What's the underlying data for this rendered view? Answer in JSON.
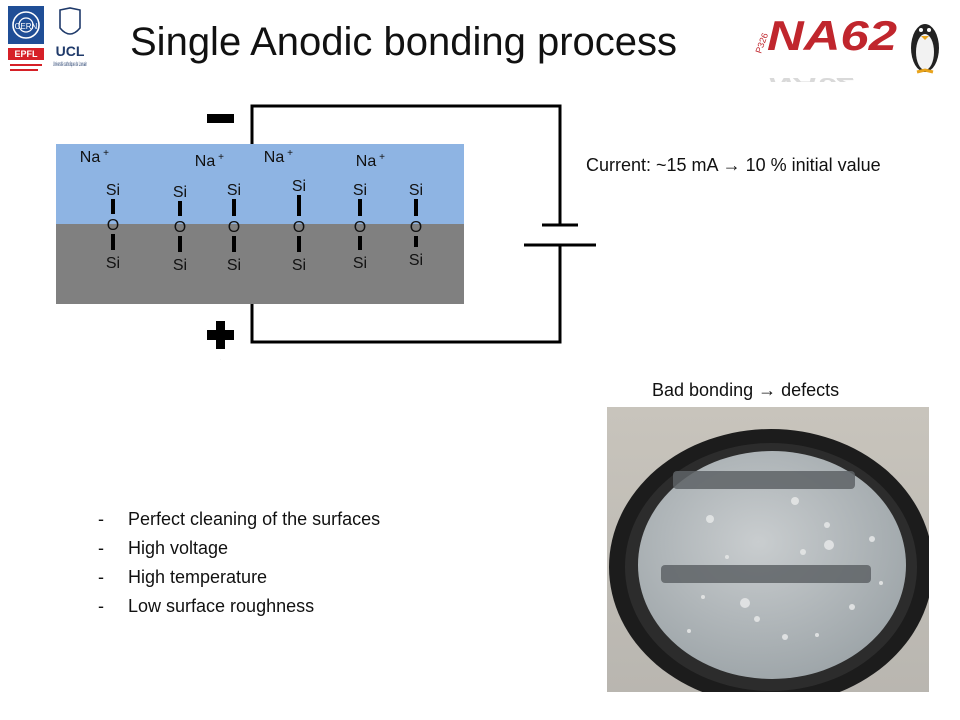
{
  "title": "Single Anodic bonding process",
  "logos": {
    "cern": "CERN",
    "ucl": "UCL",
    "ucl_sub": "Université catholique de Louvain",
    "epfl": "EPFL",
    "na62": "NA62",
    "na62_sub": "P326"
  },
  "polarity": {
    "negative": "–",
    "positive": "+"
  },
  "ions": [
    {
      "label": "Na",
      "charge": "+"
    },
    {
      "label": "Na",
      "charge": "+"
    },
    {
      "label": "Na",
      "charge": "+"
    },
    {
      "label": "Na",
      "charge": "+"
    }
  ],
  "bonds": [
    {
      "top": "Si",
      "middle": "O",
      "bottom": "Si"
    },
    {
      "top": "Si",
      "middle": "O",
      "bottom": "Si"
    },
    {
      "top": "Si",
      "middle": "O",
      "bottom": "Si"
    },
    {
      "top": "Si",
      "middle": "O",
      "bottom": "Si"
    },
    {
      "top": "Si",
      "middle": "O",
      "bottom": "Si"
    },
    {
      "top": "Si",
      "middle": "O",
      "bottom": "Si"
    }
  ],
  "current_note": "Current: ~15 mA → 10 % initial value",
  "photo_caption": "Bad bonding → defects",
  "conditions": [
    "Perfect cleaning of the surfaces",
    "High voltage",
    "High temperature",
    "Low surface roughness"
  ],
  "colors": {
    "glass": "#8eb4e3",
    "silicon": "#808080",
    "wire": "#000000",
    "bond": "#000000"
  }
}
